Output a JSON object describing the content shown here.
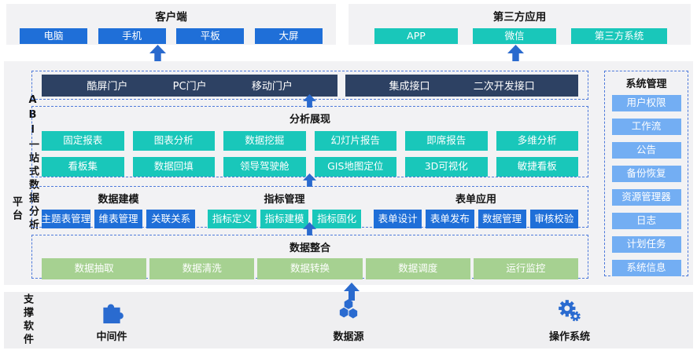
{
  "colors": {
    "blue": "#1f6fd8",
    "teal": "#19c7ba",
    "light_blue": "#73aef3",
    "green": "#a6d191",
    "navy_bar": "#2d4163",
    "arrow_blue": "#2a6ace",
    "dashed_border": "#4d79da",
    "panel_bg": "#f2f2f4"
  },
  "top": {
    "client": {
      "title": "客户端",
      "items": [
        "电脑",
        "手机",
        "平板",
        "大屏"
      ]
    },
    "third_party": {
      "title": "第三方应用",
      "items": [
        "APP",
        "微信",
        "第三方系统"
      ]
    }
  },
  "platform": {
    "side_label_main": "ABI一站式数据分析",
    "side_label_sub": "平台",
    "portal": {
      "bar1": [
        "酷屏门户",
        "PC门户",
        "移动门户"
      ],
      "bar2": [
        "集成接口",
        "二次开发接口"
      ]
    },
    "analysis": {
      "title": "分析展现",
      "rows": [
        [
          "固定报表",
          "图表分析",
          "数据挖掘",
          "幻灯片报告",
          "即席报告",
          "多维分析"
        ],
        [
          "看板集",
          "数据回填",
          "领导驾驶舱",
          "GIS地图定位",
          "3D可视化",
          "敏捷看板"
        ]
      ]
    },
    "modeling": {
      "groups": [
        {
          "title": "数据建模",
          "items": [
            "主题表管理",
            "维表管理",
            "关联关系"
          ]
        },
        {
          "title": "指标管理",
          "items": [
            "指标定义",
            "指标建模",
            "指标固化"
          ]
        },
        {
          "title": "表单应用",
          "items": [
            "表单设计",
            "表单发布",
            "数据管理",
            "审核校验"
          ]
        }
      ]
    },
    "integration": {
      "title": "数据整合",
      "items": [
        "数据抽取",
        "数据清洗",
        "数据转换",
        "数据调度",
        "运行监控"
      ]
    },
    "system": {
      "title": "系统管理",
      "items": [
        "用户权限",
        "工作流",
        "公告",
        "备份恢复",
        "资源管理器",
        "日志",
        "计划任务",
        "系统信息"
      ]
    }
  },
  "bottom": {
    "side_label": "支撑软件",
    "items": [
      {
        "icon": "puzzle-icon",
        "label": "中间件"
      },
      {
        "icon": "hexagons-icon",
        "label": "数据源"
      },
      {
        "icon": "gears-icon",
        "label": "操作系统"
      }
    ]
  }
}
